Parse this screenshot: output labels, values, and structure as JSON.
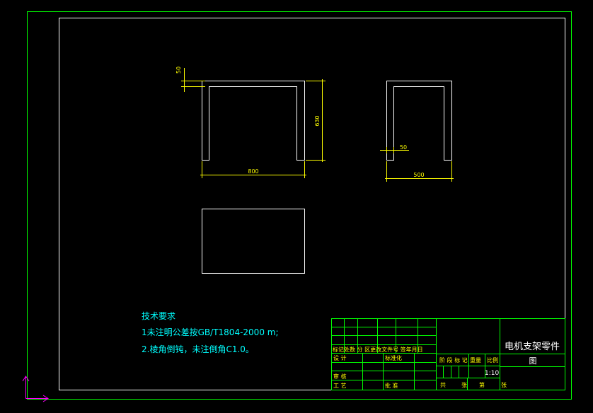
{
  "colors": {
    "background": "#000000",
    "outer_border": "#00ff00",
    "inner_border": "#ffffff",
    "dimension": "#ffff00",
    "table_grid": "#00ff00",
    "table_text": "#ffff00",
    "title_text": "#ffffff",
    "notes_text": "#00ffff",
    "ucs_icon": "#ff00ff"
  },
  "front_view": {
    "dim_height": "630",
    "dim_width": "800",
    "dim_thickness": "50"
  },
  "side_view": {
    "dim_width": "500",
    "dim_thickness": "50"
  },
  "notes": {
    "heading": "技术要求",
    "line1": "1未注明公差按GB/T1804-2000 m;",
    "line2": "2.棱角倒钝，未注倒角C1.0。"
  },
  "title_block": {
    "revision_header": "标记处数 分 区更改文件号 签年月日",
    "design": "设 计",
    "standardize": "标准化",
    "review": "审 核",
    "process": "工 艺",
    "approve": "批 准",
    "stage_mark": "阶 段 标 记",
    "weight": "重量",
    "scale_label": "比例",
    "scale_value": "1:10",
    "total": "共",
    "sheets": "张",
    "page": "第",
    "sheet_end": "张",
    "drawing_name_line1": "电机支架零件",
    "drawing_name_line2": "图"
  }
}
